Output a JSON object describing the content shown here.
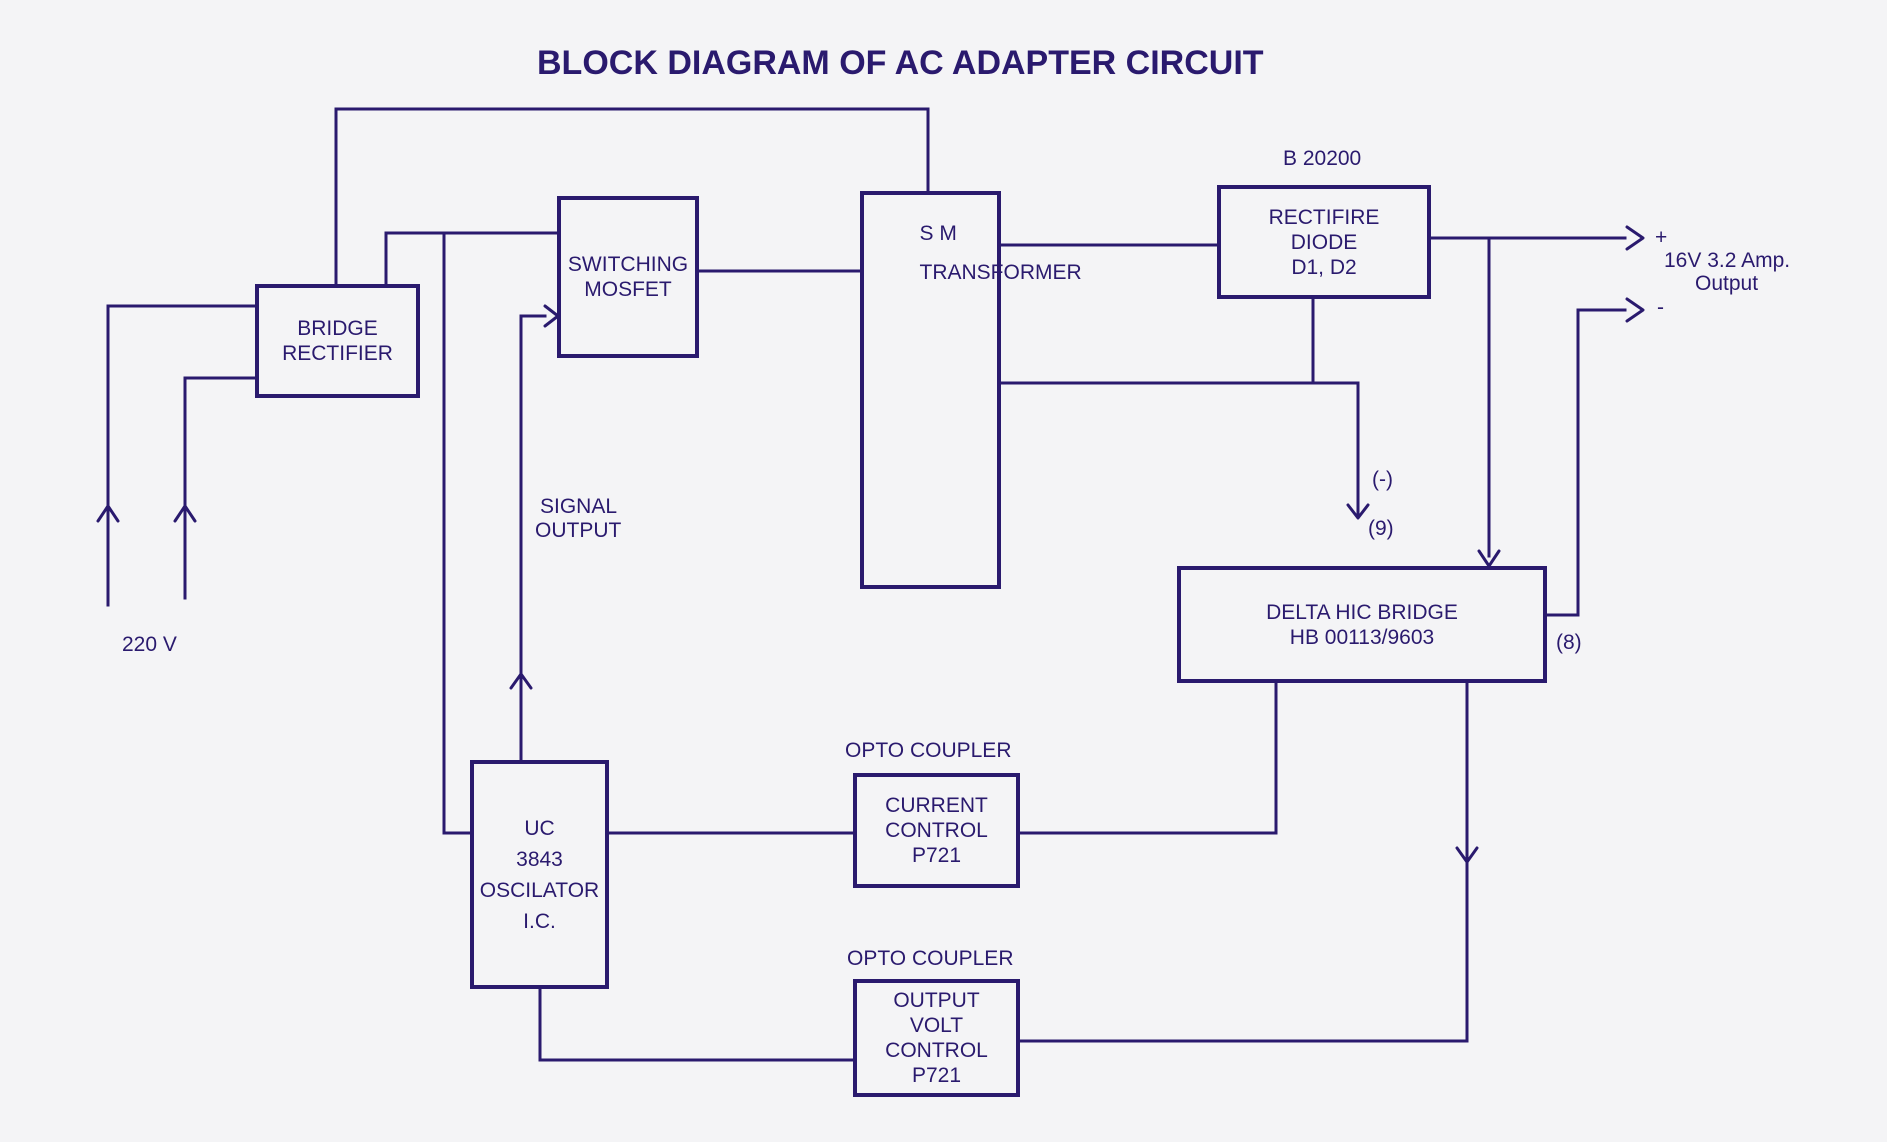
{
  "title": "BLOCK DIAGRAM OF AC ADAPTER CIRCUIT",
  "colors": {
    "ink": "#2a1a6e",
    "paper": "#f4f4f6"
  },
  "blocks": {
    "bridge_rectifier": {
      "line1": "BRIDGE",
      "line2": "RECTIFIER"
    },
    "switching_mosfet": {
      "line1": "SWITCHING",
      "line2": "MOSFET"
    },
    "sm_transformer": {
      "line1": "S M",
      "line2": "TRANSFORMER"
    },
    "rectifier_diode": {
      "line1": "RECTIFIRE",
      "line2": "DIODE",
      "line3": "D1, D2"
    },
    "delta_hic_bridge": {
      "line1": "DELTA HIC BRIDGE",
      "line2": "HB 00113/9603"
    },
    "uc3843": {
      "line1": "UC",
      "line2": "3843",
      "line3": "OSCILATOR",
      "line4": "I.C."
    },
    "current_control": {
      "line1": "CURRENT",
      "line2": "CONTROL",
      "line3": "P721"
    },
    "output_volt_control": {
      "line1": "OUTPUT",
      "line2": "VOLT",
      "line3": "CONTROL",
      "line4": "P721"
    }
  },
  "labels": {
    "input_voltage": "220 V",
    "diode_part": "B 20200",
    "output_plus": "+",
    "output_minus": "-",
    "output_rating": "16V 3.2 Amp.",
    "output_word": "Output",
    "signal_line1": "SIGNAL",
    "signal_line2": "OUTPUT",
    "pin_neg": "(-)",
    "pin_9": "(9)",
    "pin_8": "(8)",
    "opto_top": "OPTO COUPLER",
    "opto_bottom": "OPTO COUPLER"
  }
}
